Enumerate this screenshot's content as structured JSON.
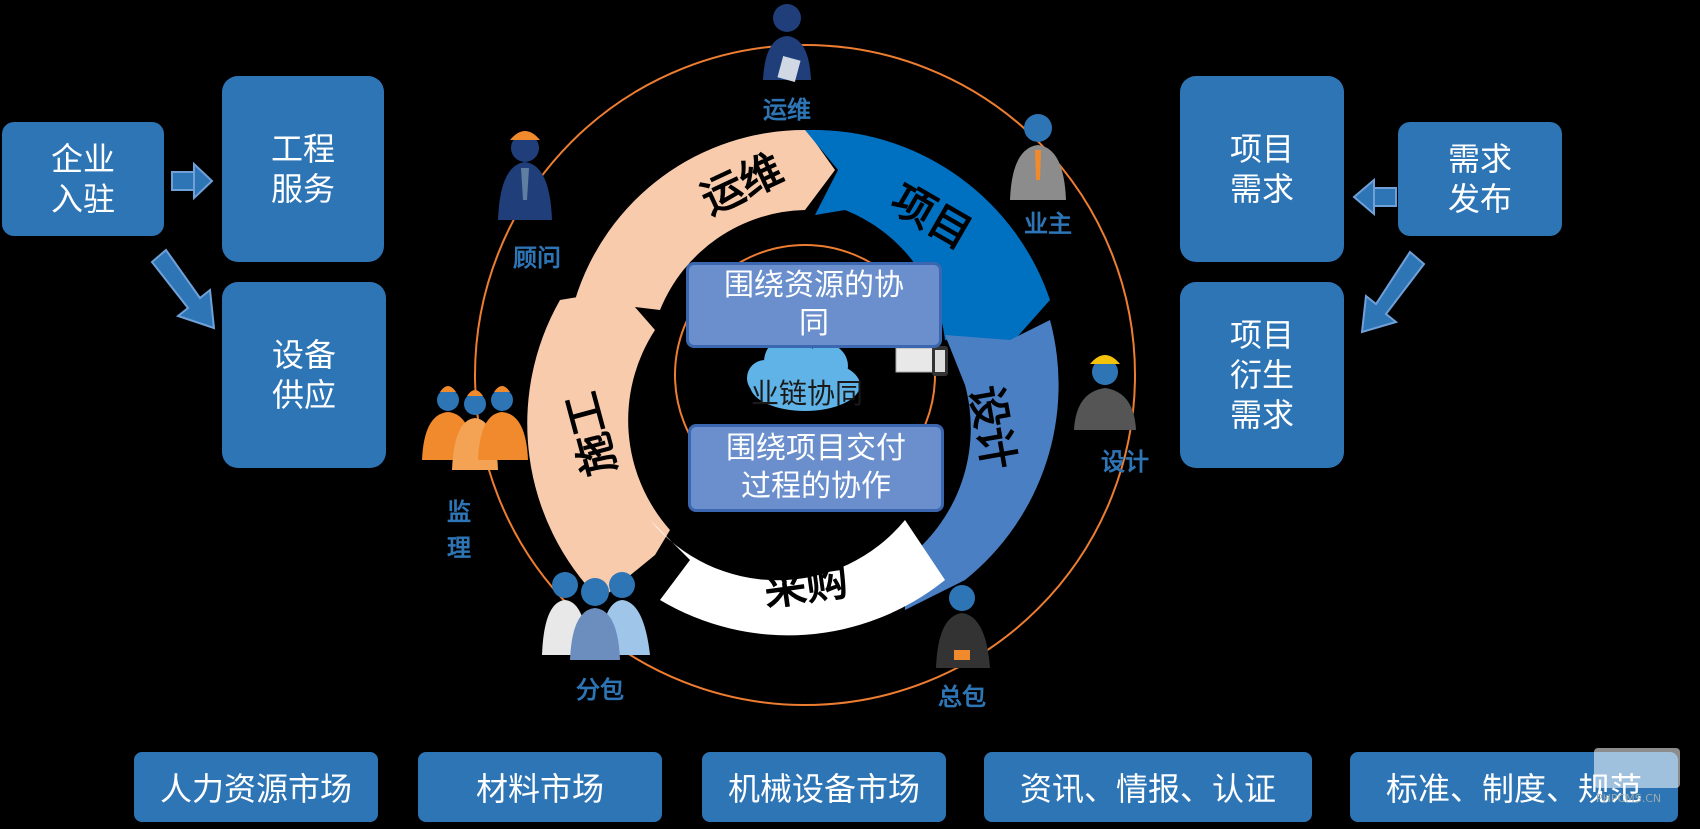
{
  "left": {
    "enterprise": "企业\n入驻",
    "engineering": "工程\n服务",
    "equipment": "设备\n供应"
  },
  "right": {
    "demand_release": "需求\n发布",
    "project_demand": "项目\n需求",
    "derived_demand": "项目\n衍生\n需求"
  },
  "cycle": {
    "yunwei": "运维",
    "xiangmu": "项目",
    "sheji": "设计",
    "caigou": "采购",
    "shigong": "施工"
  },
  "center": {
    "top": "围绕资源的协\n同",
    "middle": "业链协同",
    "bottom": "围绕项目交付\n过程的协作"
  },
  "roles": {
    "yunwei": "运维",
    "guwen": "顾问",
    "yezhu": "业主",
    "sheji": "设计",
    "jianli_1": "监",
    "jianli_2": "理",
    "fenbao": "分包",
    "zongbao": "总包"
  },
  "markets": [
    "人力资源市场",
    "材料市场",
    "机械设备市场",
    "资讯、情报、认证",
    "标准、制度、规范"
  ],
  "watermark": "PHPCMS.CN",
  "colors": {
    "box": "#2e75b6",
    "peach": "#f8cbad",
    "blue_dark": "#0070c0",
    "blue_mid": "#4a7fc4",
    "orange_ring": "#ed7d31"
  }
}
